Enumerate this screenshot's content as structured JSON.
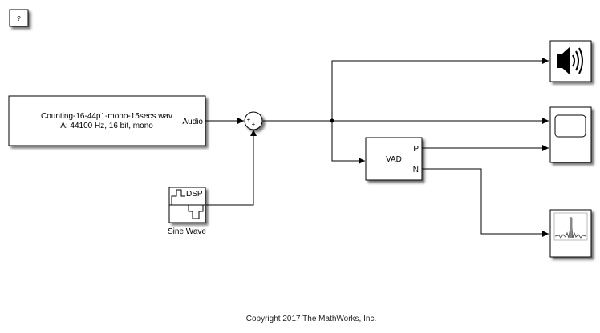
{
  "model": {
    "help_button": "?",
    "copyright": "Copyright 2017 The MathWorks, Inc."
  },
  "blocks": {
    "audio_source": {
      "line1": "Counting-16-44p1-mono-15secs.wav",
      "line2": "A: 44100 Hz, 16 bit, mono",
      "out_port": "Audio"
    },
    "sum": {
      "signs": [
        "+",
        "+"
      ]
    },
    "sine_wave": {
      "label": "Sine Wave",
      "icon_text": "DSP"
    },
    "vad": {
      "label": "VAD",
      "ports": [
        "P",
        "N"
      ]
    },
    "audio_device_writer": {
      "icon": "speaker-icon"
    },
    "scope": {
      "icon": "scope-screen-icon"
    },
    "spectrum_analyzer": {
      "icon": "spectrum-icon"
    }
  },
  "colors": {
    "block_border": "#000000",
    "background": "#ffffff",
    "shadow": "#9a9a9a"
  }
}
